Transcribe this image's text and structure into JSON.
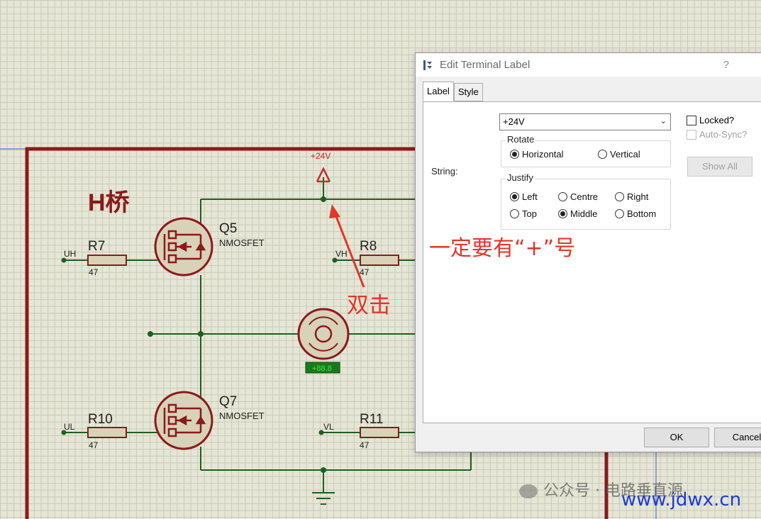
{
  "schematic": {
    "title": "H桥",
    "terminal_power": "+24V",
    "components": [
      {
        "ref": "Q5",
        "type": "NMOSFET"
      },
      {
        "ref": "Q7",
        "type": "NMOSFET"
      },
      {
        "ref": "R7",
        "value": "47"
      },
      {
        "ref": "R8",
        "value": "47"
      },
      {
        "ref": "R10",
        "value": "47"
      },
      {
        "ref": "R11",
        "value": "47"
      }
    ],
    "terminals": [
      "UH",
      "VH",
      "UL",
      "VL"
    ],
    "motor_display": "+88.8"
  },
  "dialog": {
    "title": "Edit Terminal Label",
    "help": "?",
    "close": "×",
    "tabs": [
      {
        "label": "Label"
      },
      {
        "label": "Style"
      }
    ],
    "string_label": "String:",
    "string_value": "+24V",
    "rotate": {
      "title": "Rotate",
      "options": [
        "Horizontal",
        "Vertical"
      ],
      "selected": "Horizontal"
    },
    "justify": {
      "title": "Justify",
      "options": [
        "Left",
        "Centre",
        "Right",
        "Top",
        "Middle",
        "Bottom"
      ],
      "selected": [
        "Left",
        "Middle"
      ]
    },
    "locked_label": "Locked?",
    "autosync_label": "Auto-Sync?",
    "show_all_label": "Show All",
    "ok_label": "OK",
    "cancel_label": "Cancel"
  },
  "annotations": {
    "plus_note": "一定要有“+”号",
    "double_click": "双击"
  },
  "watermark": {
    "text": "公众号 · 电路垂直源",
    "site": "www.jdwx.cn"
  },
  "colors": {
    "frame": "#8b1a1a",
    "wire": "#1f5f1f",
    "component": "#8b1a1a",
    "annotation": "#e2352c"
  }
}
